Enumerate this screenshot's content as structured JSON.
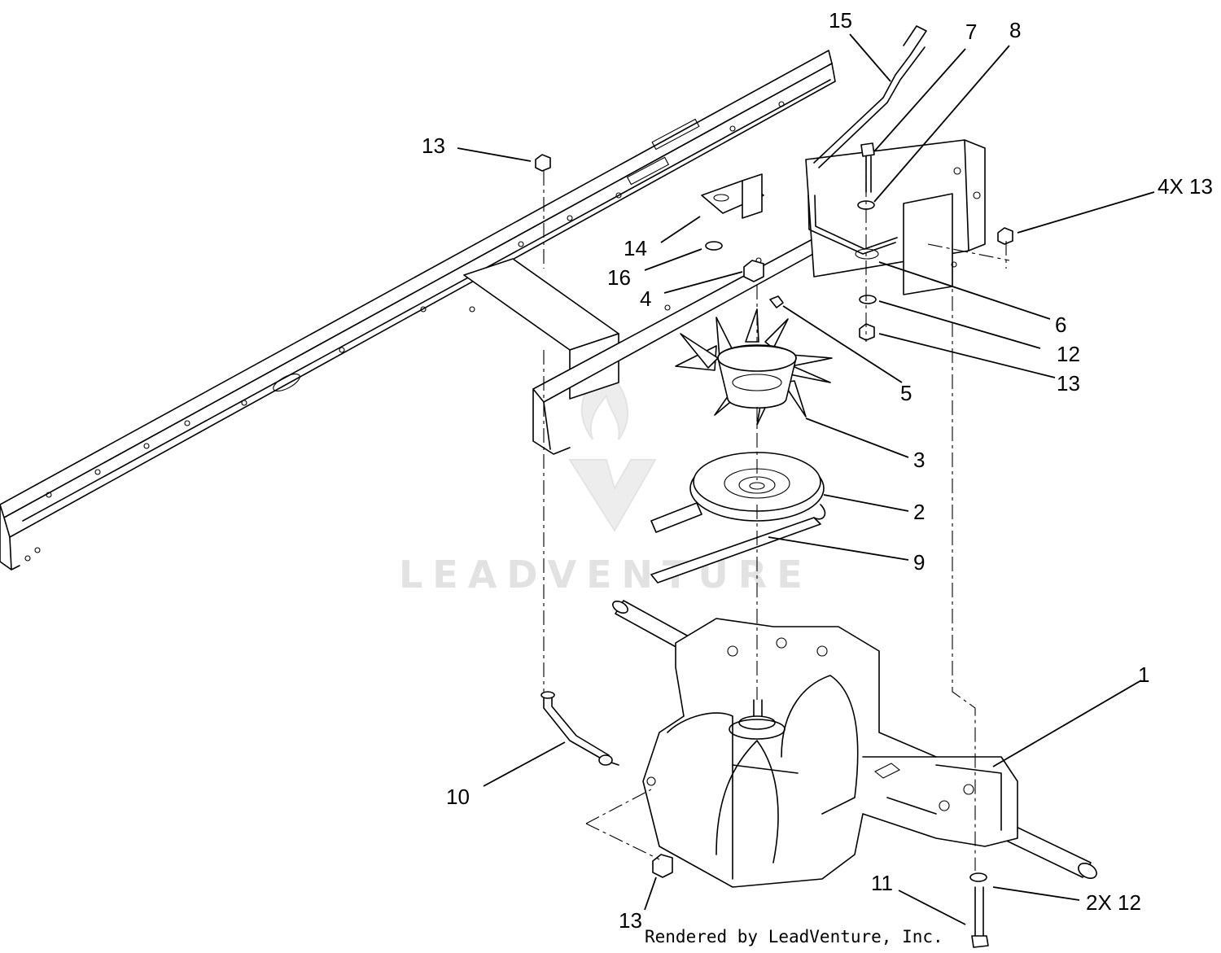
{
  "callouts": [
    {
      "id": "c15",
      "label": "15"
    },
    {
      "id": "c7",
      "label": "7"
    },
    {
      "id": "c8",
      "label": "8"
    },
    {
      "id": "c13a",
      "label": "13"
    },
    {
      "id": "c4x13",
      "label": "4X 13"
    },
    {
      "id": "c14",
      "label": "14"
    },
    {
      "id": "c16",
      "label": "16"
    },
    {
      "id": "c4",
      "label": "4"
    },
    {
      "id": "c6",
      "label": "6"
    },
    {
      "id": "c12",
      "label": "12"
    },
    {
      "id": "c13b",
      "label": "13"
    },
    {
      "id": "c5",
      "label": "5"
    },
    {
      "id": "c3",
      "label": "3"
    },
    {
      "id": "c2",
      "label": "2"
    },
    {
      "id": "c9",
      "label": "9"
    },
    {
      "id": "c1",
      "label": "1"
    },
    {
      "id": "c10",
      "label": "10"
    },
    {
      "id": "c11",
      "label": "11"
    },
    {
      "id": "c2x12",
      "label": "2X 12"
    },
    {
      "id": "c13c",
      "label": "13"
    }
  ],
  "watermark": {
    "text": "LEADVENTURE"
  },
  "credit": {
    "text": "Rendered by LeadVenture, Inc."
  }
}
